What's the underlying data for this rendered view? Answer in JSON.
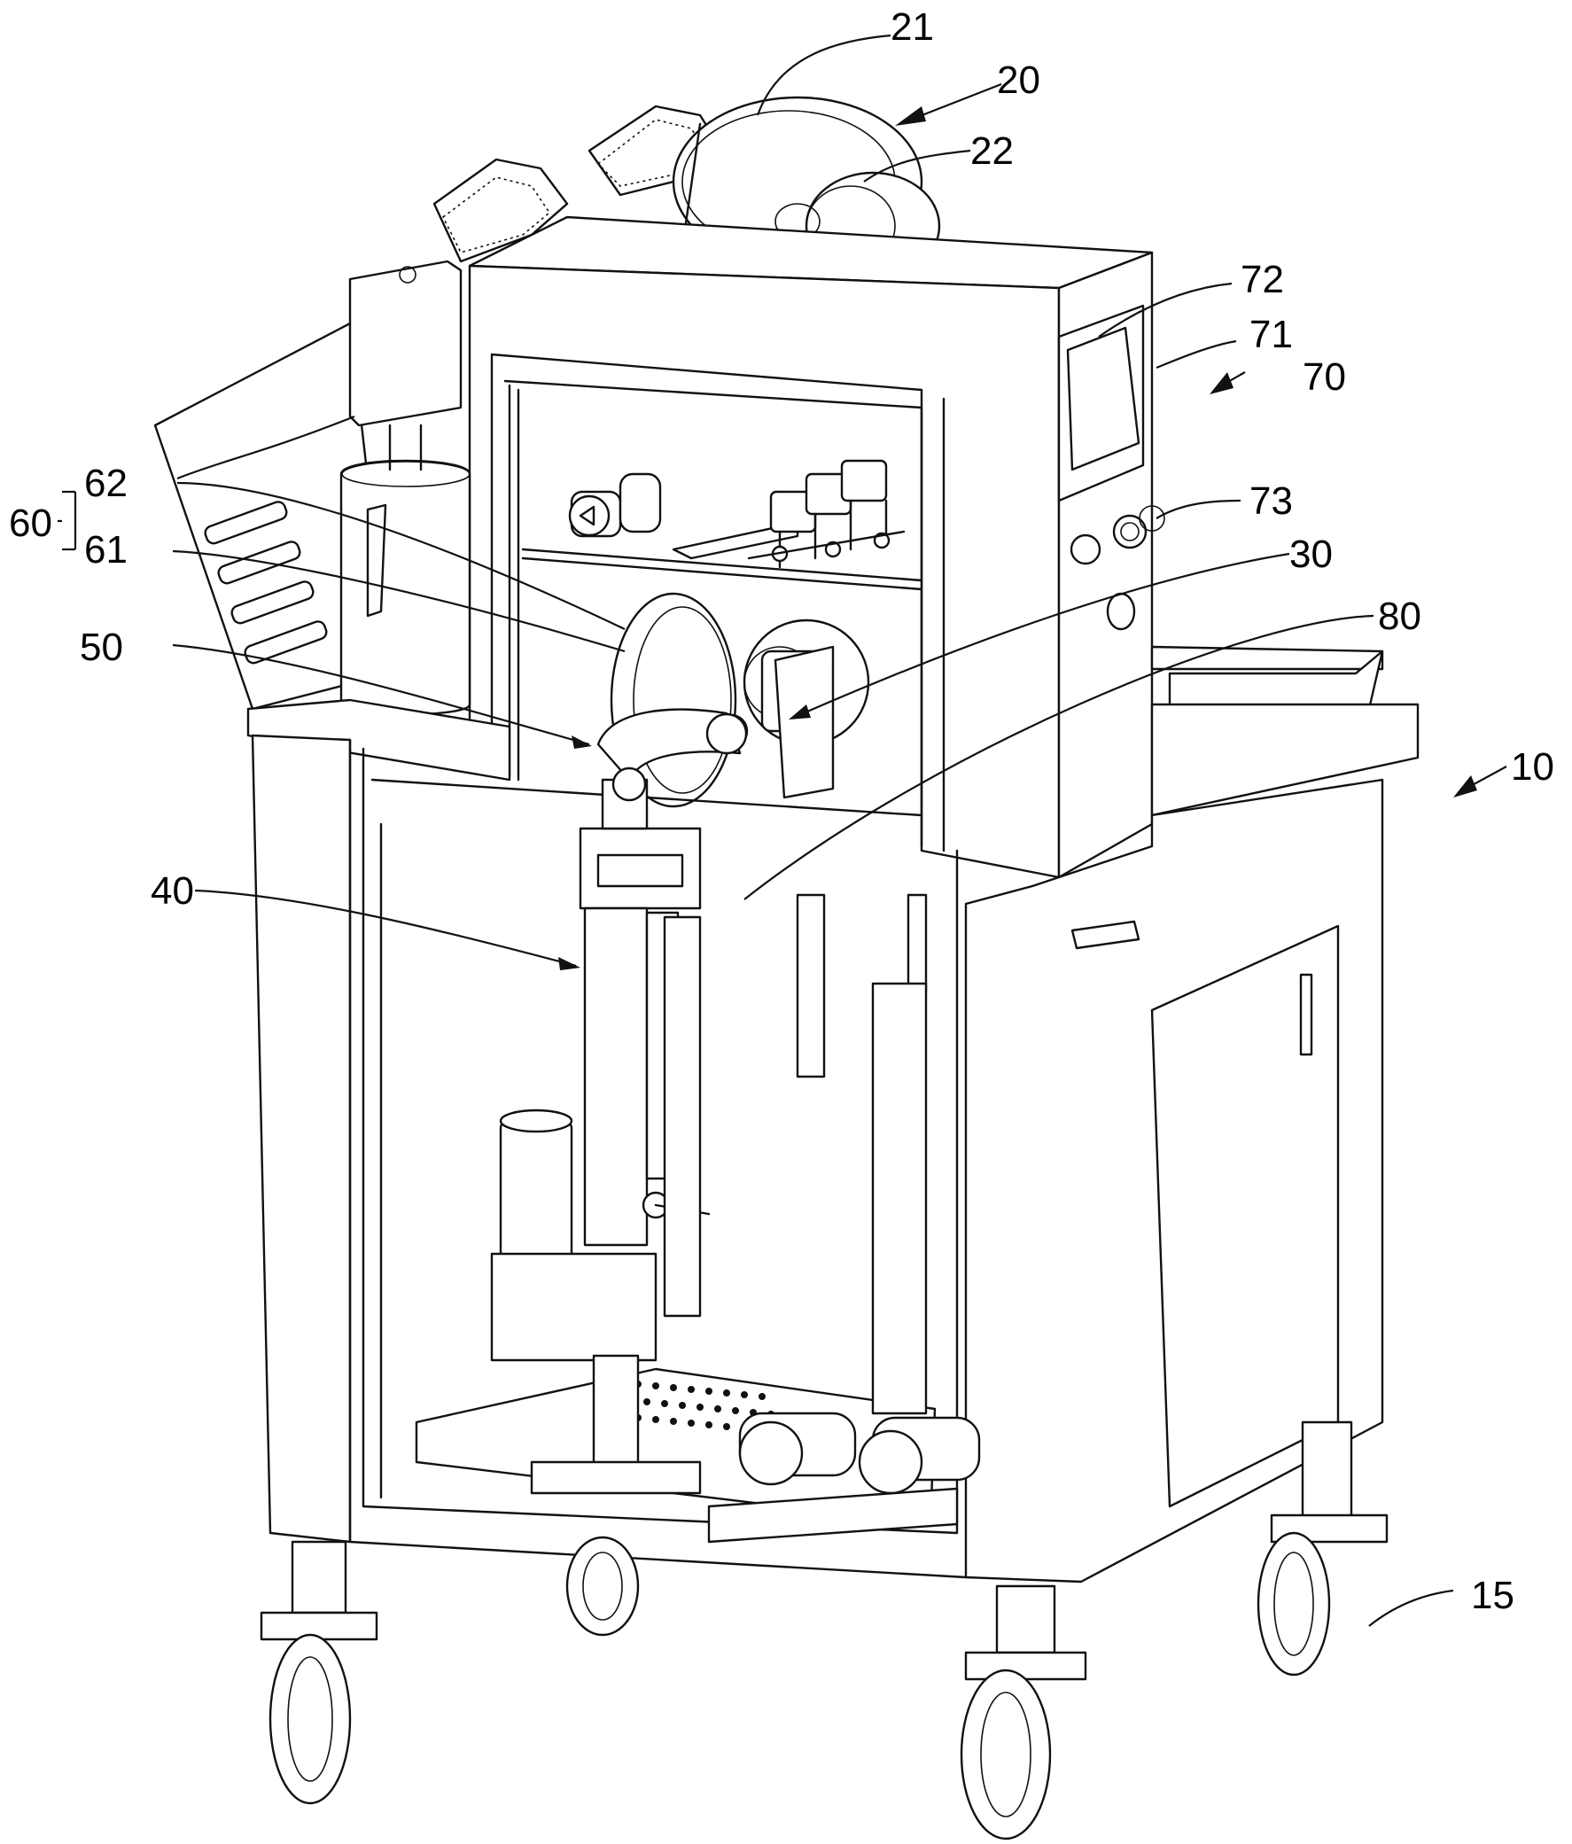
{
  "labels": [
    {
      "id": "21",
      "text": "21"
    },
    {
      "id": "20",
      "text": "20"
    },
    {
      "id": "22",
      "text": "22"
    },
    {
      "id": "72",
      "text": "72"
    },
    {
      "id": "71",
      "text": "71"
    },
    {
      "id": "70",
      "text": "70"
    },
    {
      "id": "73",
      "text": "73"
    },
    {
      "id": "62",
      "text": "62"
    },
    {
      "id": "60",
      "text": "60"
    },
    {
      "id": "61",
      "text": "61"
    },
    {
      "id": "30",
      "text": "30"
    },
    {
      "id": "80",
      "text": "80"
    },
    {
      "id": "50",
      "text": "50"
    },
    {
      "id": "10",
      "text": "10"
    },
    {
      "id": "40",
      "text": "40"
    },
    {
      "id": "15",
      "text": "15"
    }
  ]
}
